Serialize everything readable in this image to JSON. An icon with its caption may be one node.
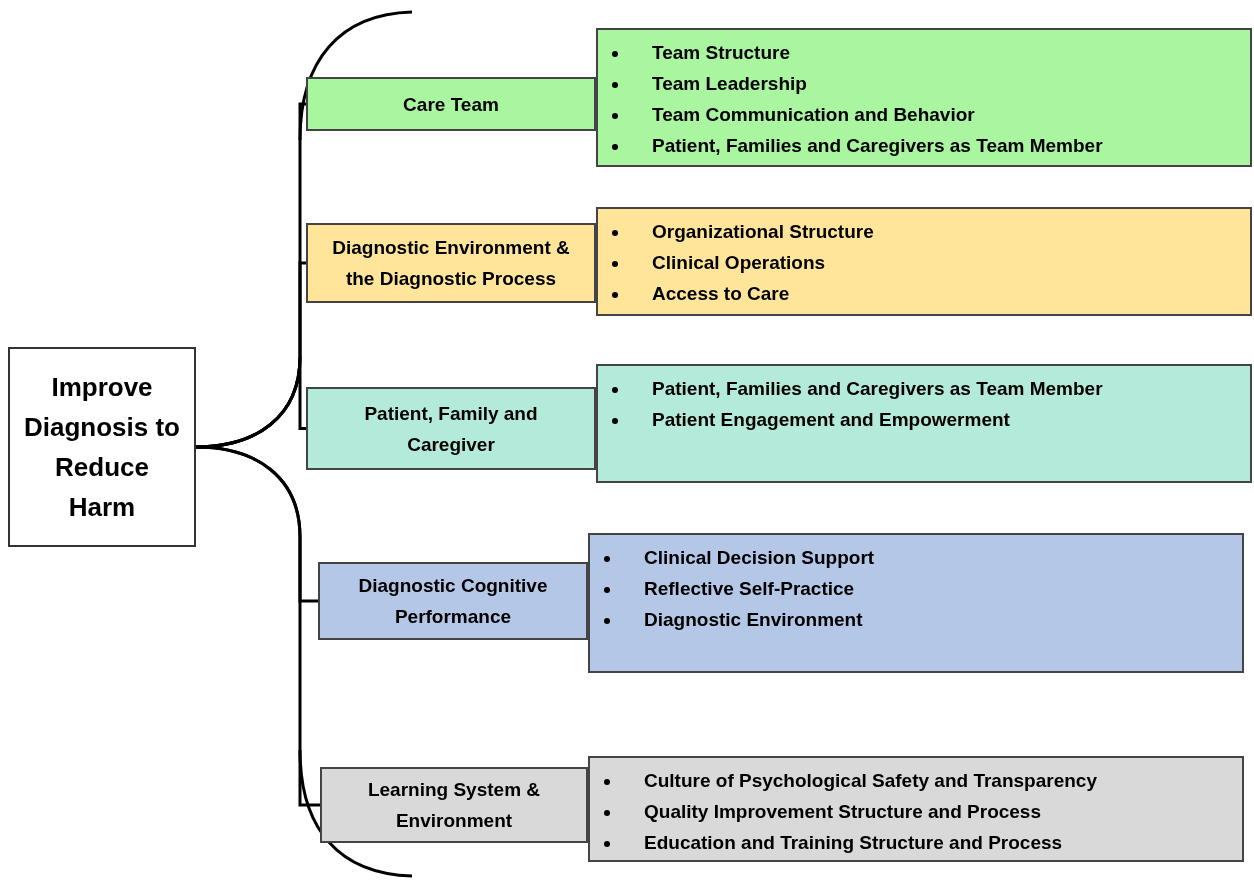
{
  "diagram": {
    "nodes": [
      {
        "text": [
          "Improve Diagnosis to Reduce Harm"
        ]
      },
      {
        "text": [
          "Care Team"
        ]
      },
      {
        "text": [
          "Team Structure",
          "Team Leadership",
          "Team Communication and Behavior",
          "Patient, Families and Caregivers as Team Member"
        ]
      },
      {
        "text": [
          "Diagnostic Environment & the Diagnostic Process"
        ]
      },
      {
        "text": [
          "Organizational Structure",
          "Clinical Operations",
          "Access to Care"
        ]
      },
      {
        "text": [
          "Patient, Family and Caregiver"
        ]
      },
      {
        "text": [
          "Patient, Families and Caregivers as Team Member",
          "Patient Engagement and Empowerment"
        ]
      },
      {
        "text": [
          "Diagnostic Cognitive Performance"
        ]
      },
      {
        "text": [
          "Clinical Decision Support",
          "Reflective Self-Practice",
          "Diagnostic Environment"
        ]
      },
      {
        "text": [
          "Learning System & Environment"
        ]
      },
      {
        "text": [
          "Culture of Psychological Safety and Transparency",
          "Quality Improvement Structure and Process",
          "Education and Training Structure and Process"
        ]
      }
    ],
    "edges": [
      {
        "from": 0,
        "to": 1,
        "arrow": "none"
      },
      {
        "from": 0,
        "to": 3,
        "arrow": "none"
      },
      {
        "from": 0,
        "to": 5,
        "arrow": "none"
      },
      {
        "from": 0,
        "to": 7,
        "arrow": "none"
      },
      {
        "from": 0,
        "to": 9,
        "arrow": "none"
      }
    ]
  }
}
